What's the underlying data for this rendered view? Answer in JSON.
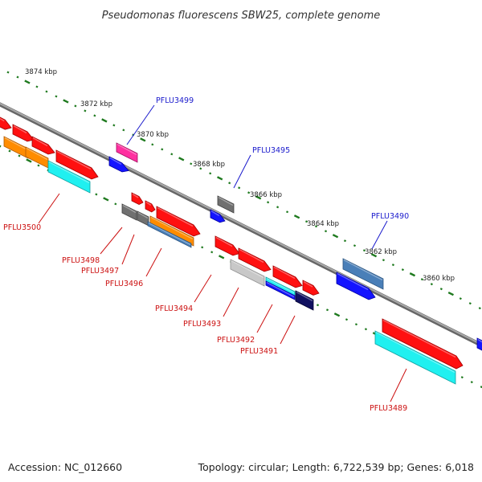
{
  "title": "Pseudomonas fluorescens SBW25, complete genome",
  "footer": {
    "accession": "Accession: NC_012660",
    "summary": "Topology: circular; Length: 6,722,539 bp; Genes: 6,018"
  },
  "colors": {
    "backbone": "#8c8c8c",
    "tick": "#1f7a1f",
    "label_plus": "#1a1acc",
    "label_minus": "#cc1111"
  },
  "chart_data": {
    "type": "genome-map",
    "position_labels": [
      "3874 kbp",
      "3872 kbp",
      "3870 kbp",
      "3868 kbp",
      "3866 kbp",
      "3864 kbp",
      "3862 kbp",
      "3860 kbp"
    ],
    "gene_labels_plus": [
      "PFLU3499",
      "PFLU3495",
      "PFLU3490"
    ],
    "gene_labels_minus": [
      "PFLU3500",
      "PFLU3498",
      "PFLU3497",
      "PFLU3496",
      "PFLU3494",
      "PFLU3493",
      "PFLU3492",
      "PFLU3491",
      "PFLU3489"
    ],
    "feature_colors": [
      "red",
      "orange",
      "cyan",
      "magenta",
      "blue",
      "gray",
      "light-gray",
      "steel-blue",
      "navy"
    ]
  }
}
